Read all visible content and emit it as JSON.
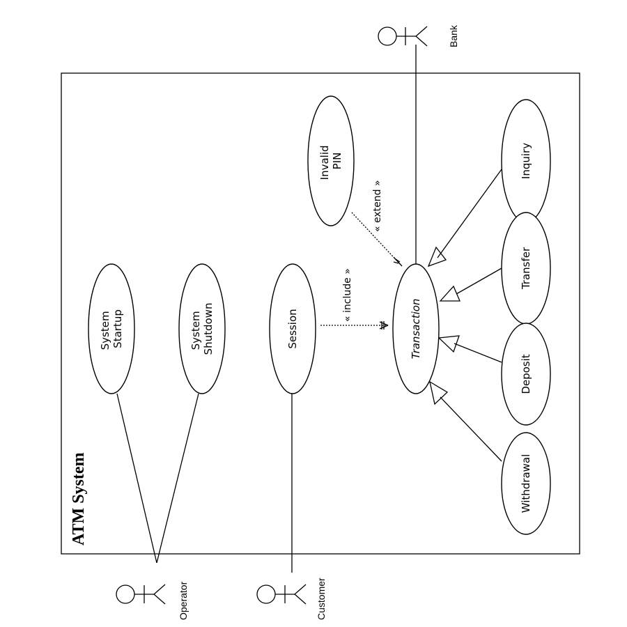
{
  "system": {
    "title": "ATM System"
  },
  "actors": {
    "bank": "Bank",
    "operator": "Operator",
    "customer": "Customer"
  },
  "use_cases": {
    "system_startup": [
      "System",
      "Startup"
    ],
    "system_shutdown": [
      "System",
      "Shutdown"
    ],
    "session": "Session",
    "invalid_pin": [
      "Invalid",
      "PIN"
    ],
    "transaction": "Transaction",
    "inquiry": "Inquiry",
    "transfer": "Transfer",
    "deposit": "Deposit",
    "withdrawal": "Withdrawal"
  },
  "relationships": {
    "include": "« include »",
    "extend": "« extend »"
  }
}
